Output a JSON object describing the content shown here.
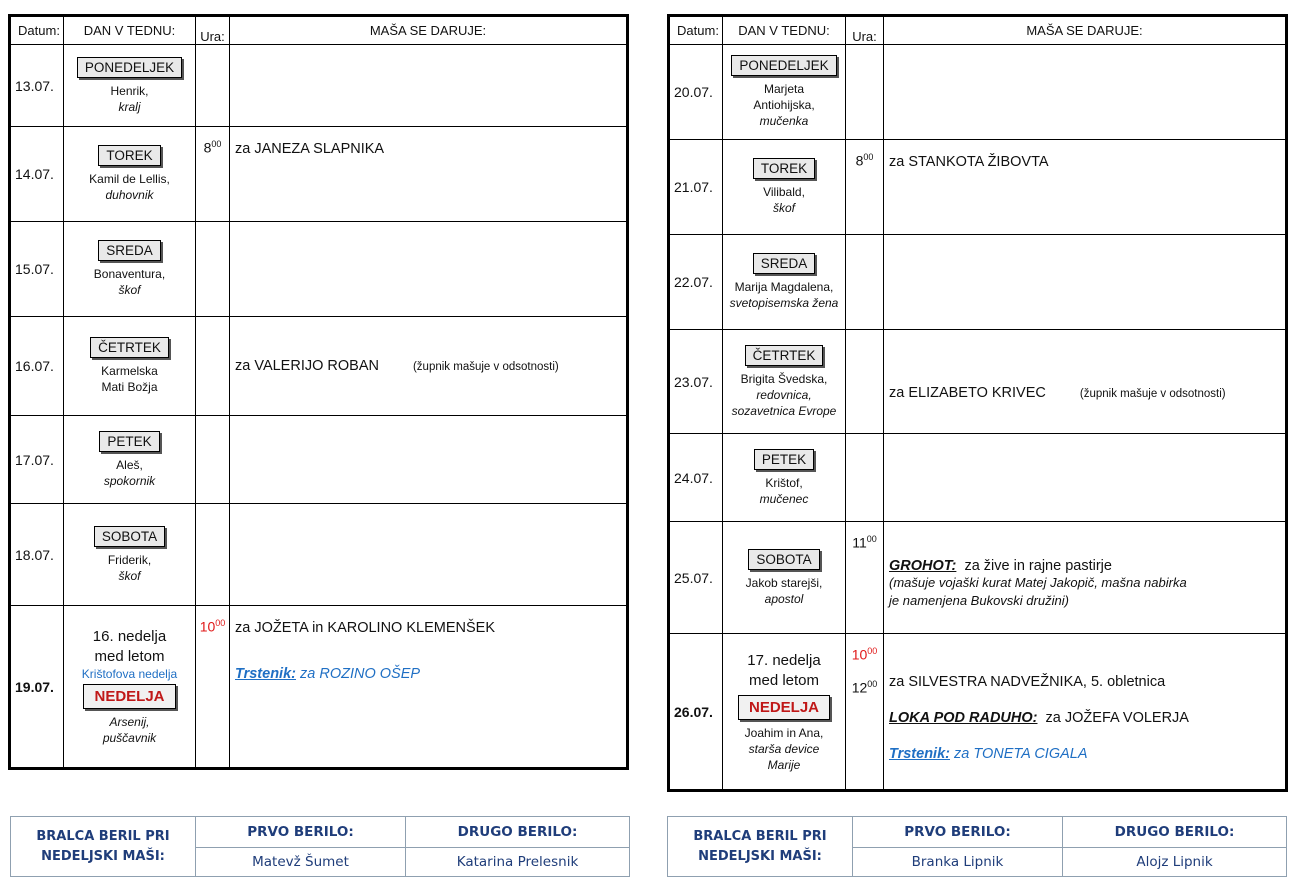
{
  "headers": {
    "date": "Datum:",
    "day": "DAN V TEDNU:",
    "time": "Ura:",
    "mass": "MAŠA SE DARUJE:"
  },
  "left": {
    "rows": [
      {
        "date": "13.07.",
        "day": "PONEDELJEK",
        "saint1": "Henrik,",
        "saint2": "kralj",
        "time": "",
        "mass": ""
      },
      {
        "date": "14.07.",
        "day": "TOREK",
        "saint1": "Kamil de Lellis,",
        "saint2": "duhovnik",
        "time": "8",
        "time_sup": "00",
        "mass": "za JANEZA SLAPNIKA"
      },
      {
        "date": "15.07.",
        "day": "SREDA",
        "saint1": "Bonaventura,",
        "saint2": "škof",
        "time": "",
        "mass": ""
      },
      {
        "date": "16.07.",
        "day": "ČETRTEK",
        "saint1": "Karmelska",
        "saint2": "Mati Božja",
        "time": "",
        "mass": "za VALERIJO ROBAN",
        "note": "(župnik mašuje v odsotnosti)"
      },
      {
        "date": "17.07.",
        "day": "PETEK",
        "saint1": "Aleš,",
        "saint2": "spokornik",
        "time": "",
        "mass": ""
      },
      {
        "date": "18.07.",
        "day": "SOBOTA",
        "saint1": "Friderik,",
        "saint2": "škof",
        "time": "",
        "mass": ""
      }
    ],
    "sunday": {
      "date": "19.07.",
      "title1": "16. nedelja",
      "title2": "med letom",
      "sub": "Krištofova nedelja",
      "day": "NEDELJA",
      "saint1": "Arsenij,",
      "saint2": "puščavnik",
      "time": "10",
      "time_sup": "00",
      "mass": "za JOŽETA in KAROLINO KLEMENŠEK",
      "place": "Trstenik:",
      "place_text": "za ROZINO OŠEP"
    }
  },
  "right": {
    "rows": [
      {
        "date": "20.07.",
        "day": "PONEDELJEK",
        "saint1": "Marjeta",
        "saint1b": "Antiohijska,",
        "saint2": "mučenka",
        "time": "",
        "mass": ""
      },
      {
        "date": "21.07.",
        "day": "TOREK",
        "saint1": "Vilibald,",
        "saint2": "škof",
        "time": "8",
        "time_sup": "00",
        "mass": "za STANKOTA ŽIBOVTA"
      },
      {
        "date": "22.07.",
        "day": "SREDA",
        "saint1": "Marija Magdalena,",
        "saint2": "svetopisemska žena",
        "time": "",
        "mass": ""
      },
      {
        "date": "23.07.",
        "day": "ČETRTEK",
        "saint1": "Brigita Švedska,",
        "saint2": "redovnica,",
        "saint3": "sozavetnica Evrope",
        "time": "",
        "mass": "za ELIZABETO KRIVEC",
        "note": "(župnik mašuje v odsotnosti)"
      },
      {
        "date": "24.07.",
        "day": "PETEK",
        "saint1": "Krištof,",
        "saint2": "mučenec",
        "time": "",
        "mass": ""
      },
      {
        "date": "25.07.",
        "day": "SOBOTA",
        "saint1": "Jakob starejši,",
        "saint2": "apostol",
        "time": "11",
        "time_sup": "00",
        "place": "GROHOT:",
        "mass": "za žive in rajne pastirje",
        "note_line1": "(mašuje vojaški kurat Matej  Jakopič, mašna nabirka",
        "note_line2": "je namenjena Bukovski družini)"
      }
    ],
    "sunday": {
      "date": "26.07.",
      "title1": "17. nedelja",
      "title2": "med letom",
      "day": "NEDELJA",
      "saint1": "Joahim in Ana,",
      "saint2": "starša device",
      "saint3": "Marije",
      "time1": "10",
      "time1_sup": "00",
      "mass1": "za SILVESTRA NADVEŽNIKA, 5. obletnica",
      "time2": "12",
      "time2_sup": "00",
      "place2": "LOKA POD RADUHO:",
      "mass2": "za JOŽEFA VOLERJA",
      "place3": "Trstenik:",
      "mass3": "za TONETA CIGALA"
    }
  },
  "readers_left": {
    "label1": "BRALCA BERIL PRI",
    "label2": "NEDELJSKI MAŠI:",
    "first_hdr": "PRVO BERILO:",
    "second_hdr": "DRUGO BERILO:",
    "first_name": "Matevž Šumet",
    "second_name": "Katarina Prelesnik"
  },
  "readers_right": {
    "label1": "BRALCA BERIL PRI",
    "label2": "NEDELJSKI MAŠI:",
    "first_hdr": "PRVO BERILO:",
    "second_hdr": "DRUGO BERILO:",
    "first_name": "Branka Lipnik",
    "second_name": "Alojz Lipnik"
  }
}
